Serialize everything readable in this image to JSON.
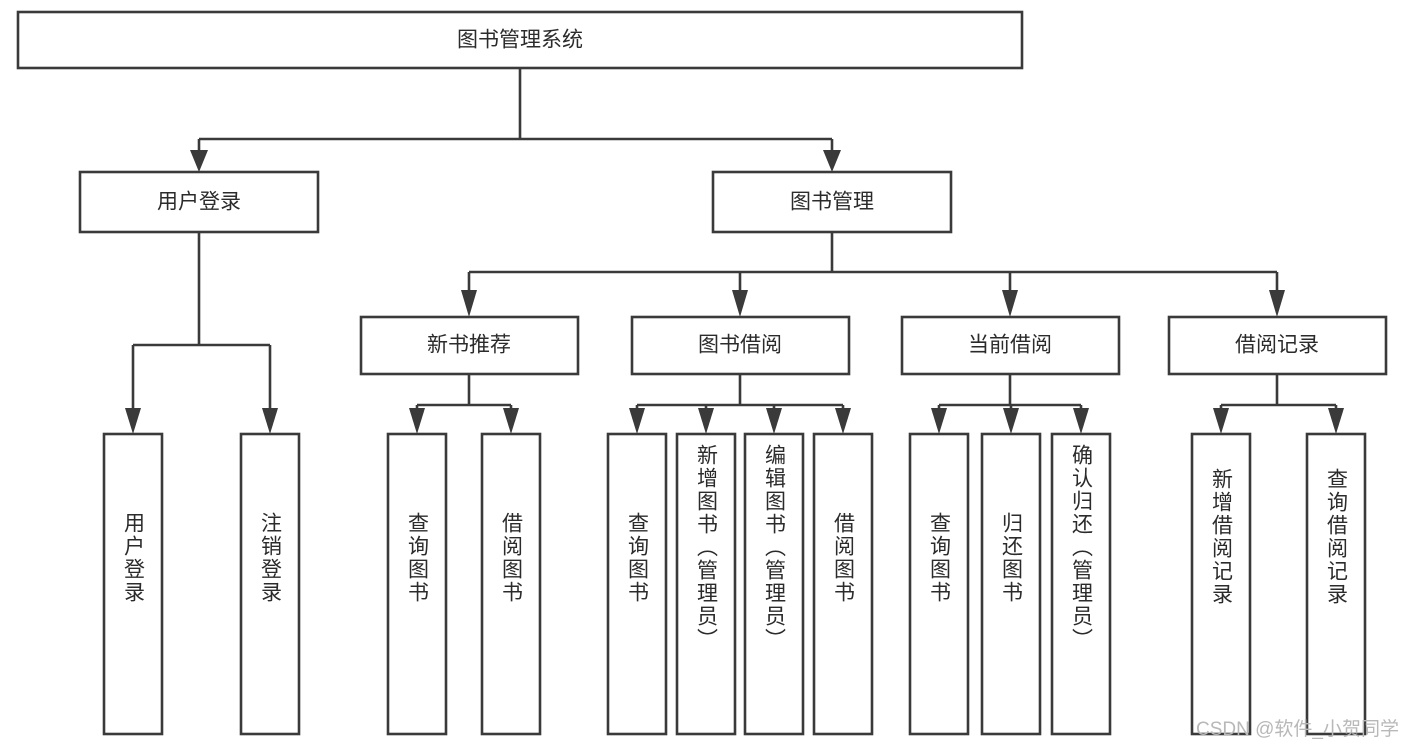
{
  "diagram": {
    "type": "hierarchy-tree",
    "title": "图书管理系统",
    "levels": {
      "level1": {
        "label": "图书管理系统"
      },
      "level2": [
        {
          "id": "user-login",
          "label": "用户登录"
        },
        {
          "id": "book-manage",
          "label": "图书管理"
        }
      ],
      "level3": [
        {
          "id": "new-book-rec",
          "label": "新书推荐",
          "parent": "book-manage"
        },
        {
          "id": "book-borrow",
          "label": "图书借阅",
          "parent": "book-manage"
        },
        {
          "id": "current-borrow",
          "label": "当前借阅",
          "parent": "book-manage"
        },
        {
          "id": "borrow-record",
          "label": "借阅记录",
          "parent": "book-manage"
        }
      ],
      "level4": [
        {
          "id": "leaf-user-login",
          "label": "用户登录",
          "parent": "user-login"
        },
        {
          "id": "leaf-logout",
          "label": "注销登录",
          "parent": "user-login"
        },
        {
          "id": "leaf-query-book-1",
          "label": "查询图书",
          "parent": "new-book-rec"
        },
        {
          "id": "leaf-borrow-book-1",
          "label": "借阅图书",
          "parent": "new-book-rec"
        },
        {
          "id": "leaf-query-book-2",
          "label": "查询图书",
          "parent": "book-borrow"
        },
        {
          "id": "leaf-add-book",
          "label": "新增图书（管理员）",
          "parent": "book-borrow"
        },
        {
          "id": "leaf-edit-book",
          "label": "编辑图书（管理员）",
          "parent": "book-borrow"
        },
        {
          "id": "leaf-borrow-book-2",
          "label": "借阅图书",
          "parent": "book-borrow"
        },
        {
          "id": "leaf-query-book-3",
          "label": "查询图书",
          "parent": "current-borrow"
        },
        {
          "id": "leaf-return-book",
          "label": "归还图书",
          "parent": "current-borrow"
        },
        {
          "id": "leaf-confirm-return",
          "label": "确认归还（管理员）",
          "parent": "current-borrow"
        },
        {
          "id": "leaf-add-record",
          "label": "新增借阅记录",
          "parent": "borrow-record"
        },
        {
          "id": "leaf-query-record",
          "label": "查询借阅记录",
          "parent": "borrow-record"
        }
      ]
    },
    "colors": {
      "box_stroke": "#3a3a3a",
      "box_fill": "#ffffff",
      "text": "#2b2b2b",
      "watermark": "#b8b8b8",
      "background": "#ffffff"
    }
  },
  "watermark": {
    "label": "CSDN @软件_小贺同学"
  }
}
